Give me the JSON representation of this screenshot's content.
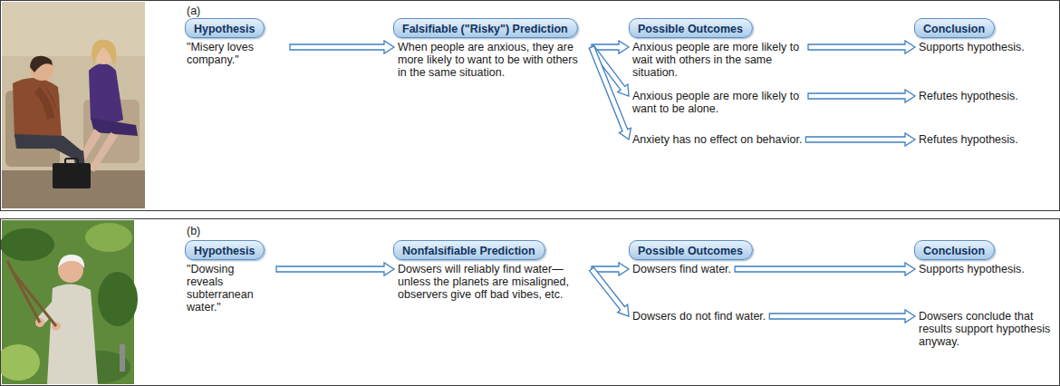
{
  "diagram": {
    "nodes": [
      {
        "text": [
          "(a)"
        ]
      },
      {
        "text": [
          "Hypothesis"
        ],
        "in": 0
      },
      {
        "text": [
          "Falsifiable (\"Risky\") Prediction"
        ],
        "in": 0
      },
      {
        "text": [
          "Possible Outcomes"
        ],
        "in": 0
      },
      {
        "text": [
          "Conclusion"
        ],
        "in": 0
      },
      {
        "text": [
          "\"Misery loves company.\""
        ],
        "in": 0
      },
      {
        "text": [
          "When people are anxious, they are more likely to want to be with others in the same situation."
        ],
        "in": 0
      },
      {
        "text": [
          "Anxious people are more likely to wait with others in the same situation."
        ],
        "in": 0
      },
      {
        "text": [
          "Supports hypothesis."
        ],
        "in": 0
      },
      {
        "text": [
          "Anxious people are more likely to want to be alone."
        ],
        "in": 0
      },
      {
        "text": [
          "Refutes hypothesis."
        ],
        "in": 0
      },
      {
        "text": [
          "Anxiety has no effect on behavior."
        ],
        "in": 0
      },
      {
        "text": [
          "Refutes hypothesis."
        ],
        "in": 0
      },
      {
        "text": [
          "(b)"
        ]
      },
      {
        "text": [
          "Hypothesis"
        ],
        "in": 13
      },
      {
        "text": [
          "Nonfalsifiable Prediction"
        ],
        "in": 13
      },
      {
        "text": [
          "Possible Outcomes"
        ],
        "in": 13
      },
      {
        "text": [
          "Conclusion"
        ],
        "in": 13
      },
      {
        "text": [
          "\"Dowsing reveals subterranean water.\""
        ],
        "in": 13
      },
      {
        "text": [
          "Dowsers will reliably find water—unless the planets are misaligned, observers give off bad vibes, etc."
        ],
        "in": 13
      },
      {
        "text": [
          "Dowsers find water."
        ],
        "in": 13
      },
      {
        "text": [
          "Supports hypothesis."
        ],
        "in": 13
      },
      {
        "text": [
          "Dowsers do not find water."
        ],
        "in": 13
      },
      {
        "text": [
          "Dowsers conclude that results support hypothesis anyway."
        ],
        "in": 13
      }
    ],
    "edges": [
      {
        "from": 5,
        "to": 6,
        "arrow": "to"
      },
      {
        "from": 6,
        "to": 7,
        "arrow": "to"
      },
      {
        "from": 6,
        "to": 9,
        "arrow": "to"
      },
      {
        "from": 6,
        "to": 11,
        "arrow": "to"
      },
      {
        "from": 7,
        "to": 8,
        "arrow": "to"
      },
      {
        "from": 9,
        "to": 10,
        "arrow": "to"
      },
      {
        "from": 11,
        "to": 12,
        "arrow": "to"
      },
      {
        "from": 18,
        "to": 19,
        "arrow": "to"
      },
      {
        "from": 19,
        "to": 20,
        "arrow": "to"
      },
      {
        "from": 19,
        "to": 22,
        "arrow": "to"
      },
      {
        "from": 20,
        "to": 21,
        "arrow": "to"
      },
      {
        "from": 22,
        "to": 23,
        "arrow": "to"
      }
    ]
  }
}
